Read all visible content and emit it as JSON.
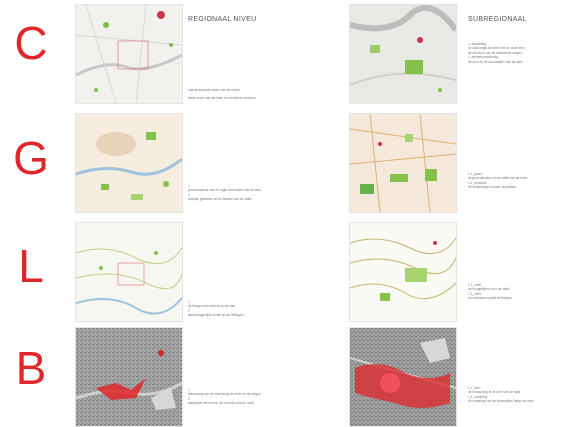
{
  "rows": [
    {
      "letter": "C"
    },
    {
      "letter": "G"
    },
    {
      "letter": "L"
    },
    {
      "letter": "B"
    }
  ],
  "left_heading": "REGIONAAL NIVEU",
  "right_heading": "SUBREGIONAAL",
  "left_texts": {
    "c": [
      "cultuurhistorisch kader van de streek",
      "steile oever van de rivier, en verdeelde structuur"
    ],
    "g": [
      "1",
      "groenstructuur van de regio verbonden met de stad",
      "2",
      "bosrijke gebieden op de flanken van de vallei"
    ],
    "l": [
      "1",
      "de bergen met uitzicht op de stad",
      "2",
      "landschappelijke zones op de hellingen"
    ],
    "b": [
      "1",
      "bebouwing van de stad langs de rivier en de wegen",
      "2",
      "verspreide kernen op de heuvels rond de vallei"
    ]
  },
  "right_texts": {
    "c": [
      "1. aanleiding",
      "de stad langs de rivier met de oude kern",
      "de structuur van de historische wegen",
      "2. stedenbouwkundig",
      "de kern en de woonwijken van de stad"
    ],
    "g": [
      "1.1_groen",
      "de groenstructuur in de vallei van de rivier",
      "1.2_structuur",
      "de verbindingen tussen de parken"
    ],
    "l": [
      "1.1_reliëf",
      "de hoogtelijnen rond de vallei",
      "1.2_zicht",
      "de zichtassen vanaf de flanken"
    ],
    "b": [
      "1.1_kern",
      "de bebouwing in de kern van de stad",
      "1.2_verdeling",
      "de verdeling van de woonwijken langs de rivier"
    ]
  },
  "colors": {
    "accent_red": "#e0262a",
    "green": "#86c24a",
    "orange": "#e9a95c"
  }
}
